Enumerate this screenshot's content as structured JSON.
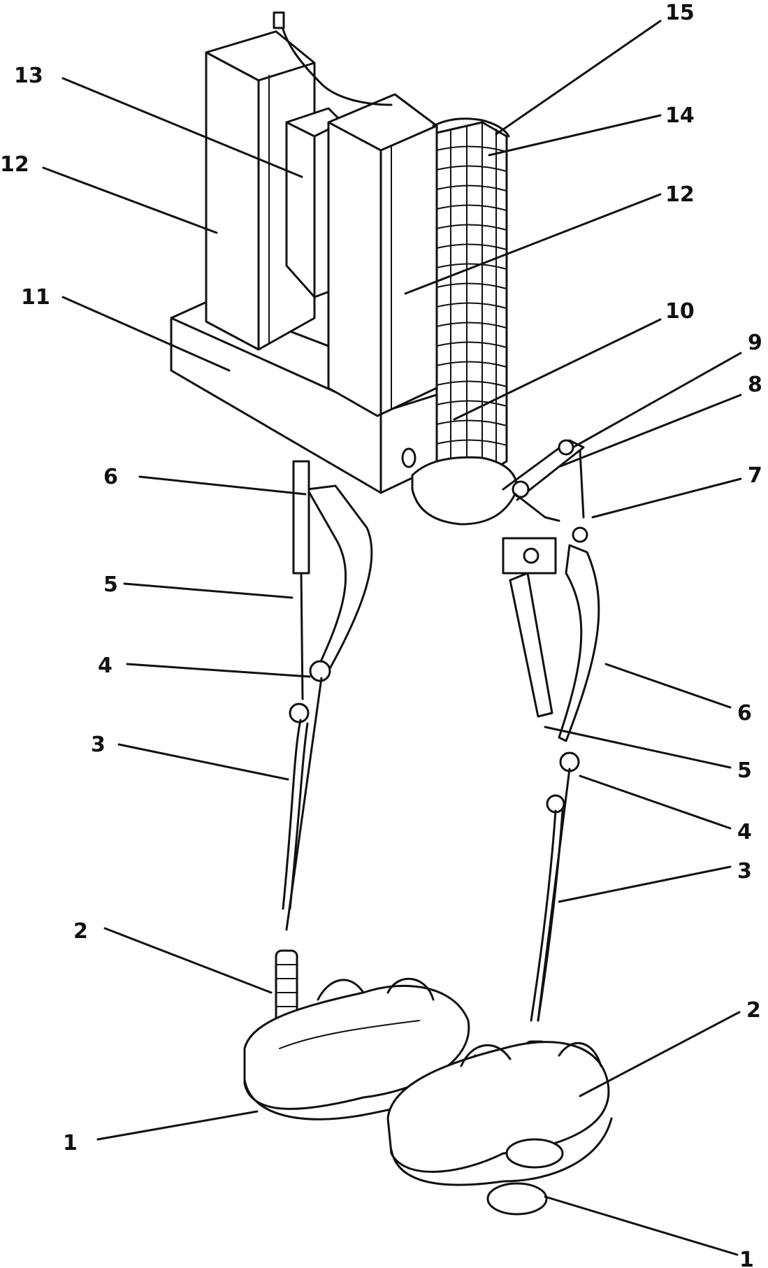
{
  "figure": {
    "callouts": [
      {
        "id": "c15",
        "text": "15"
      },
      {
        "id": "c13",
        "text": "13"
      },
      {
        "id": "c14",
        "text": "14"
      },
      {
        "id": "c12a",
        "text": "12"
      },
      {
        "id": "c12b",
        "text": "12"
      },
      {
        "id": "c11",
        "text": "11"
      },
      {
        "id": "c10",
        "text": "10"
      },
      {
        "id": "c9",
        "text": "9"
      },
      {
        "id": "c8",
        "text": "8"
      },
      {
        "id": "c7",
        "text": "7"
      },
      {
        "id": "c6a",
        "text": "6"
      },
      {
        "id": "c6b",
        "text": "6"
      },
      {
        "id": "c5a",
        "text": "5"
      },
      {
        "id": "c5b",
        "text": "5"
      },
      {
        "id": "c4a",
        "text": "4"
      },
      {
        "id": "c4b",
        "text": "4"
      },
      {
        "id": "c3a",
        "text": "3"
      },
      {
        "id": "c3b",
        "text": "3"
      },
      {
        "id": "c2a",
        "text": "2"
      },
      {
        "id": "c2b",
        "text": "2"
      },
      {
        "id": "c1a",
        "text": "1"
      },
      {
        "id": "c1b",
        "text": "1"
      }
    ]
  }
}
